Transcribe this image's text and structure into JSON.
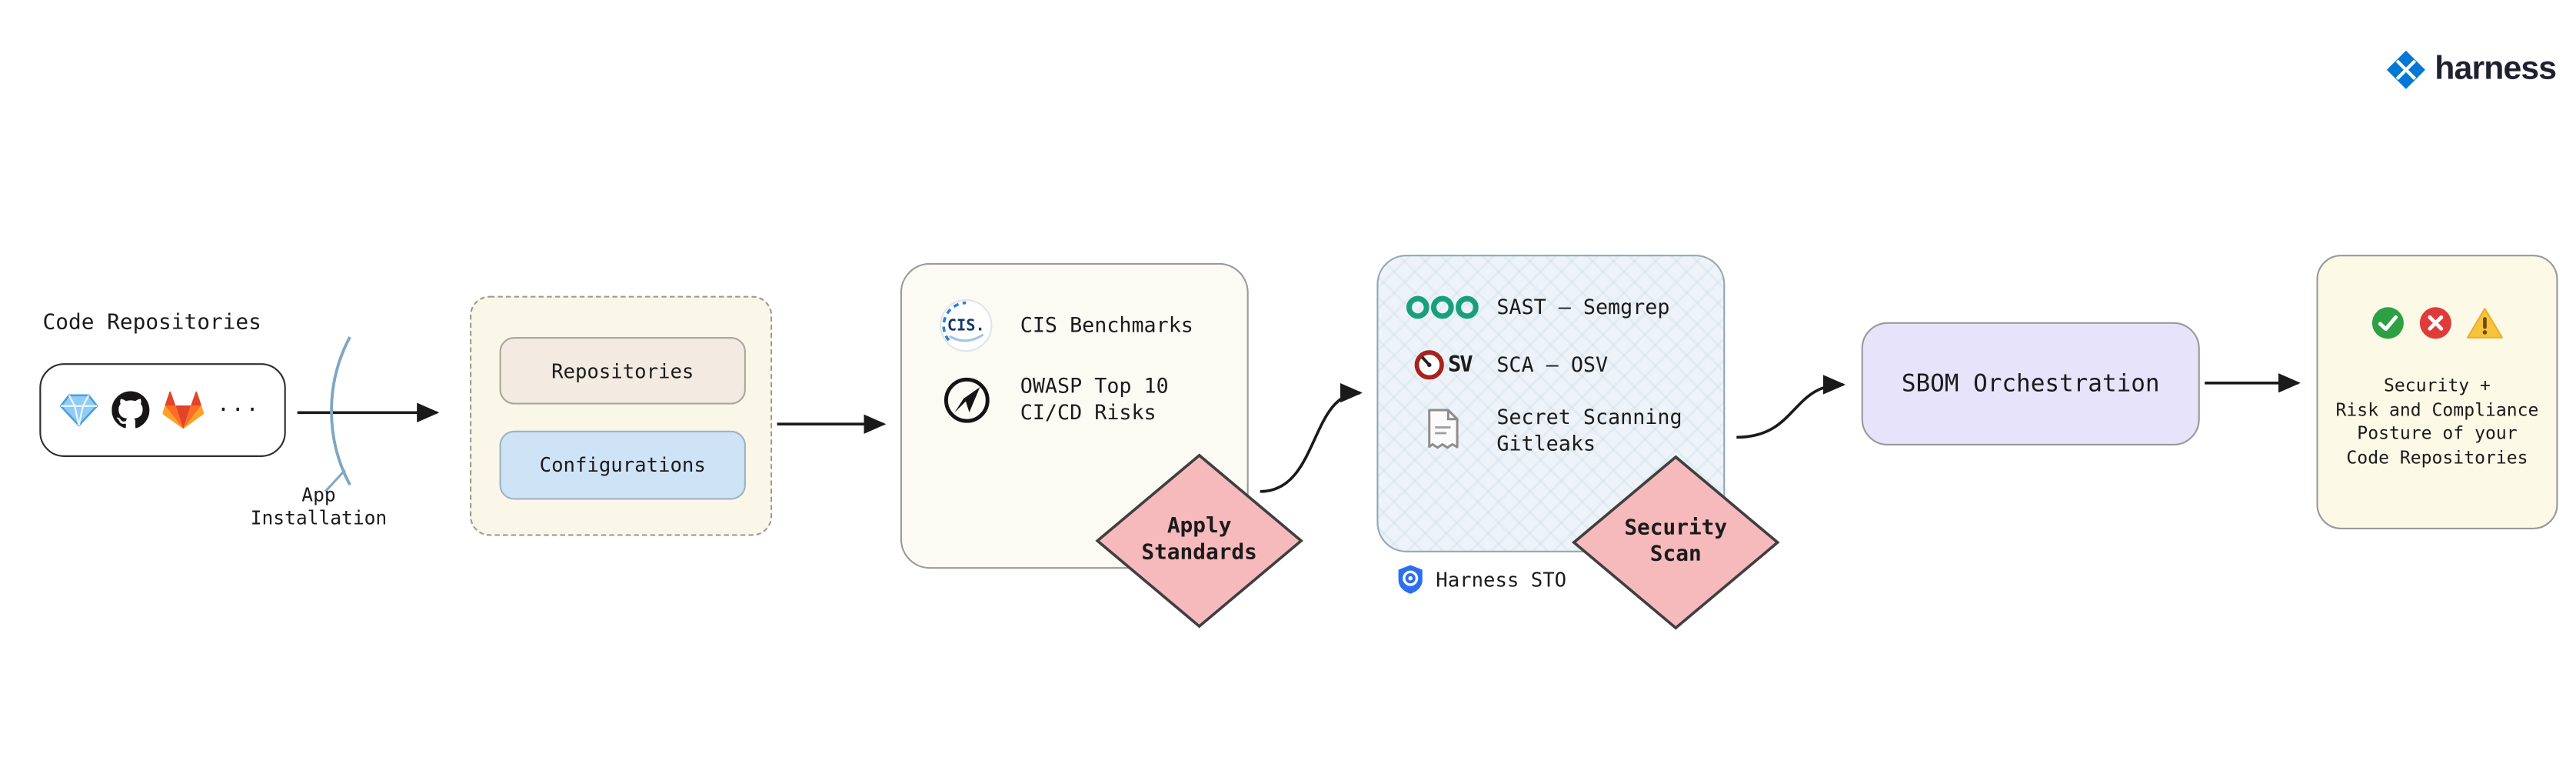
{
  "brand": {
    "name": "harness"
  },
  "source": {
    "title": "Code Repositories",
    "ellipsis": "...",
    "annotation_line1": "App",
    "annotation_line2": "Installation"
  },
  "setup": {
    "repositories_label": "Repositories",
    "configurations_label": "Configurations"
  },
  "standards": {
    "cis_logo_text": "CIS.",
    "cis_label": "CIS Benchmarks",
    "owasp_line1": "OWASP Top 10",
    "owasp_line2": "CI/CD Risks",
    "diamond_line1": "Apply",
    "diamond_line2": "Standards"
  },
  "scans": {
    "sast_label": "SAST – Semgrep",
    "osv_logo_text": "SV",
    "sca_label": "SCA – OSV",
    "secret_line1": "Secret Scanning",
    "secret_line2": "Gitleaks",
    "caption": "Harness STO",
    "diamond_line1": "Security",
    "diamond_line2": "Scan"
  },
  "sbom": {
    "label": "SBOM Orchestration"
  },
  "outcome": {
    "line1": "Security +",
    "line2": "Risk and Compliance",
    "line3": "Posture of your",
    "line4": "Code Repositories"
  },
  "colors": {
    "diamond_fill": "#f6b9bc",
    "diamond_border": "#3f3f3f",
    "setup_box_fill": "#fbf7e8",
    "repositories_fill": "#f3ebe1",
    "configurations_fill": "#cfe3f6",
    "standards_fill": "#fbfaf3",
    "scans_fill": "#edf3f8",
    "sbom_fill": "#e7e3fa",
    "outcome_fill": "#fcf9e6",
    "harness_blue": "#0278d5"
  }
}
